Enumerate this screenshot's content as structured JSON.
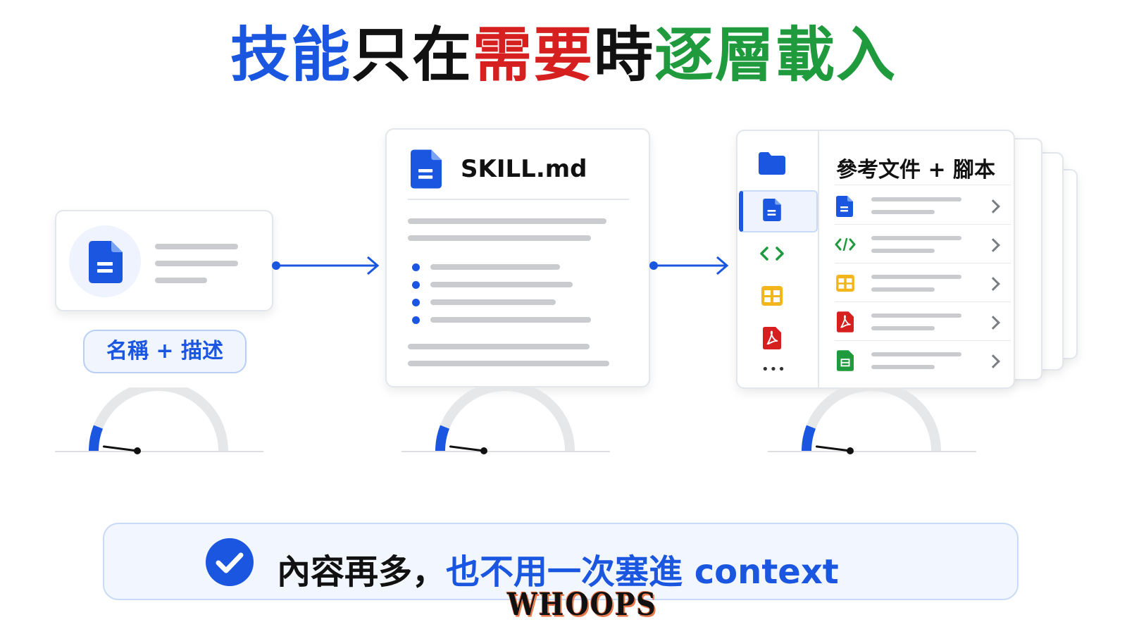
{
  "title": {
    "part1": "技能",
    "part2": "只在",
    "part3": "需要",
    "part4": "時",
    "part5": "逐層載入"
  },
  "stage1": {
    "label": "名稱 + 描述"
  },
  "stage2": {
    "title": "SKILL.md"
  },
  "stage3": {
    "title": "參考文件 + 腳本",
    "more": "•••"
  },
  "footer": {
    "part1": "內容再多，",
    "part2": "也不用一次塞進 context"
  },
  "watermark": "WHOOPS",
  "gauges": [
    {
      "level": 0.12
    },
    {
      "level": 0.12
    },
    {
      "level": 0.12
    }
  ],
  "colors": {
    "blue": "#1a56e0",
    "red": "#d62020",
    "green": "#1f9a3c",
    "yellow": "#f2b51c",
    "gray": "#c9cbcf"
  },
  "icons": {
    "stage1": "document-icon",
    "stage2": "document-icon",
    "sidebar": [
      "folder-icon",
      "document-icon",
      "code-icon",
      "table-icon",
      "pdf-icon",
      "more-icon"
    ],
    "rows": [
      "document-icon",
      "code-icon",
      "table-icon",
      "pdf-icon",
      "sheet-icon"
    ]
  }
}
